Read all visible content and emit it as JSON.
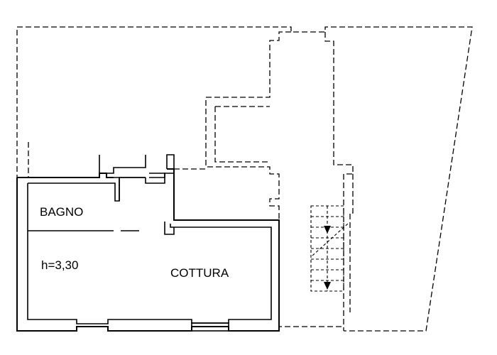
{
  "rooms": {
    "bagno": "BAGNO",
    "cottura": "COTTURA"
  },
  "annotations": {
    "ceiling_height": "h=3,30"
  }
}
